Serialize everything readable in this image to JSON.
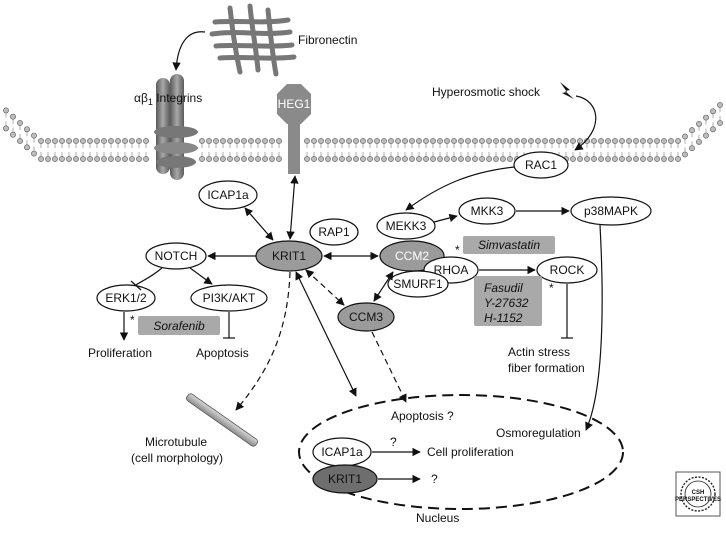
{
  "labels": {
    "fibronectin": "Fibronectin",
    "integrins_alpha": "α",
    "integrins_beta": "β",
    "integrins_sub": "1",
    "integrins_text": " Integrins",
    "heg1": "HEG1",
    "hyperosmotic": "Hyperosmotic shock",
    "rac1": "RAC1",
    "icap1a_top": "ICAP1a",
    "rap1": "RAP1",
    "notch": "NOTCH",
    "krit1": "KRIT1",
    "mekk3": "MEKK3",
    "mkk3": "MKK3",
    "p38mapk": "p38MAPK",
    "ccm2": "CCM2",
    "simvastatin": "Simvastatin",
    "rhoa": "RHOA",
    "rock": "ROCK",
    "smurf1": "SMURF1",
    "erk": "ERK1/2",
    "pi3k": "PI3K/AKT",
    "sorafenib": "Sorafenib",
    "ccm3": "CCM3",
    "fasudil": "Fasudil",
    "y27632": "Y-27632",
    "h1152": "H-1152",
    "proliferation": "Proliferation",
    "apoptosis": "Apoptosis",
    "actin1": "Actin stress",
    "actin2": "fiber formation",
    "apoptosis_q": "Apoptosis ?",
    "osmoregulation": "Osmoregulation",
    "microtubule1": "Microtubule",
    "microtubule2": "(cell morphology)",
    "icap1a_nuc": "ICAP1a",
    "qmark1": "?",
    "cell_prolif": "Cell proliferation",
    "krit1_nuc": "KRIT1",
    "qmark2": "?",
    "nucleus": "Nucleus",
    "asterisk": "*",
    "logo_line1": "CSH",
    "logo_line2": "PERSPECTIVES"
  },
  "colors": {
    "gray_node": "#9b9b9b",
    "drug_box": "#a9a9a9",
    "protein_dark": "#6e6e6e",
    "line": "#111111"
  }
}
